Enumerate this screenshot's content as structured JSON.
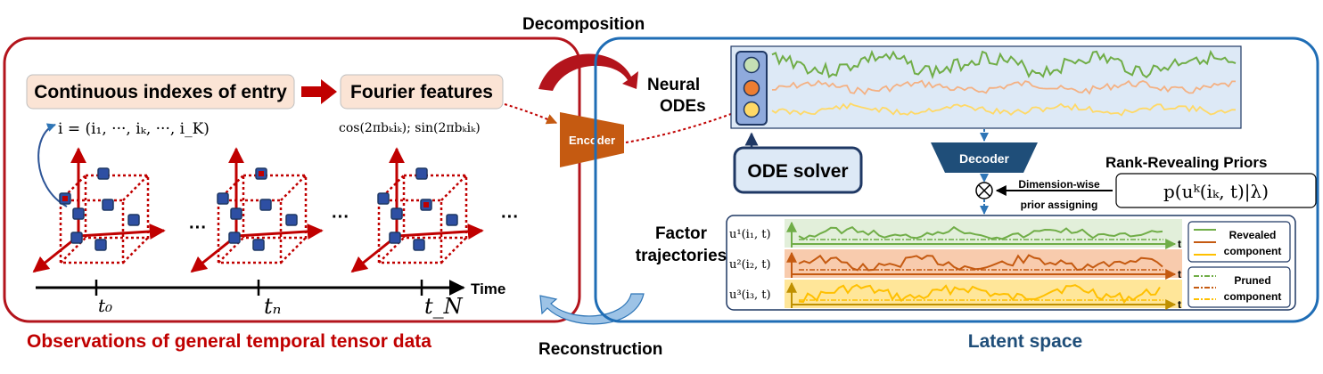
{
  "colors": {
    "red": "#b3141c",
    "blue": "#1f6db5",
    "navy": "#1f3864",
    "orange": "#c55a11",
    "green": "#70ad47",
    "lineOrange": "#ed7d31",
    "yellow": "#f2c200",
    "peach": "#fbe4d5",
    "lightBlue": "#dde9f6"
  },
  "labels": {
    "decomposition": "Decomposition",
    "reconstruction": "Reconstruction",
    "continuous_indexes": "Continuous indexes of entry",
    "fourier_features": "Fourier features",
    "index_formula": "i = (i₁, ···, iₖ, ···, i_K)",
    "fourier_formula": "cos(2πbₖiₖ); sin(2πbₖiₖ)",
    "encoder": "Encoder",
    "neural_odes_line1": "Neural",
    "neural_odes_line2": "ODEs",
    "ode_solver": "ODE solver",
    "decoder": "Decoder",
    "rank_revealing_priors": "Rank-Revealing Priors",
    "prior_formula": "p(uᵏ(iₖ, t)|λ)",
    "dimension_wise_line1": "Dimension-wise",
    "dimension_wise_line2": "prior assigning",
    "factor_line1": "Factor",
    "factor_line2": "trajectories",
    "time": "Time",
    "t0": "t₀",
    "tn": "tₙ",
    "tN": "t_N",
    "ellipsis": "···",
    "observations_caption": "Observations of general temporal tensor data",
    "latent_caption": "Latent space",
    "revealed_line1": "Revealed",
    "revealed_line2": "component",
    "pruned_line1": "Pruned",
    "pruned_line2": "component",
    "u1": "u¹(i₁, t)",
    "u2": "u²(i₂, t)",
    "u3": "u³(i₃, t)",
    "t_axis": "t"
  }
}
